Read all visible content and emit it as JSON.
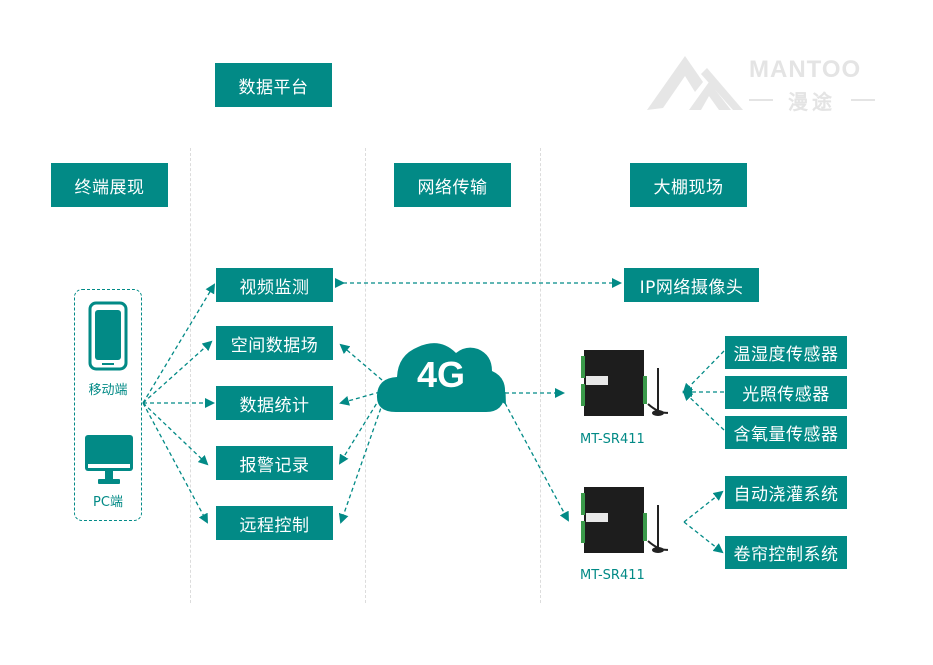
{
  "logo": {
    "brand": "MANTOO",
    "brand_cn": "漫途"
  },
  "columns": {
    "terminal": "终端展现",
    "platform": "数据平台",
    "network": "网络传输",
    "field": "大棚现场"
  },
  "terminals": {
    "mobile": "移动端",
    "pc": "PC端"
  },
  "platform_items": [
    "视频监测",
    "空间数据场",
    "数据统计",
    "报警记录",
    "远程控制"
  ],
  "network": {
    "cloud_label": "4G"
  },
  "field": {
    "camera": "IP网络摄像头",
    "devices": [
      {
        "model": "MT-SR411",
        "sensors": [
          "温湿度传感器",
          "光照传感器",
          "含氧量传感器"
        ]
      },
      {
        "model": "MT-SR411",
        "sensors": [
          "自动浇灌系统",
          "卷帘控制系统"
        ]
      }
    ]
  },
  "colors": {
    "accent": "#028a86"
  }
}
